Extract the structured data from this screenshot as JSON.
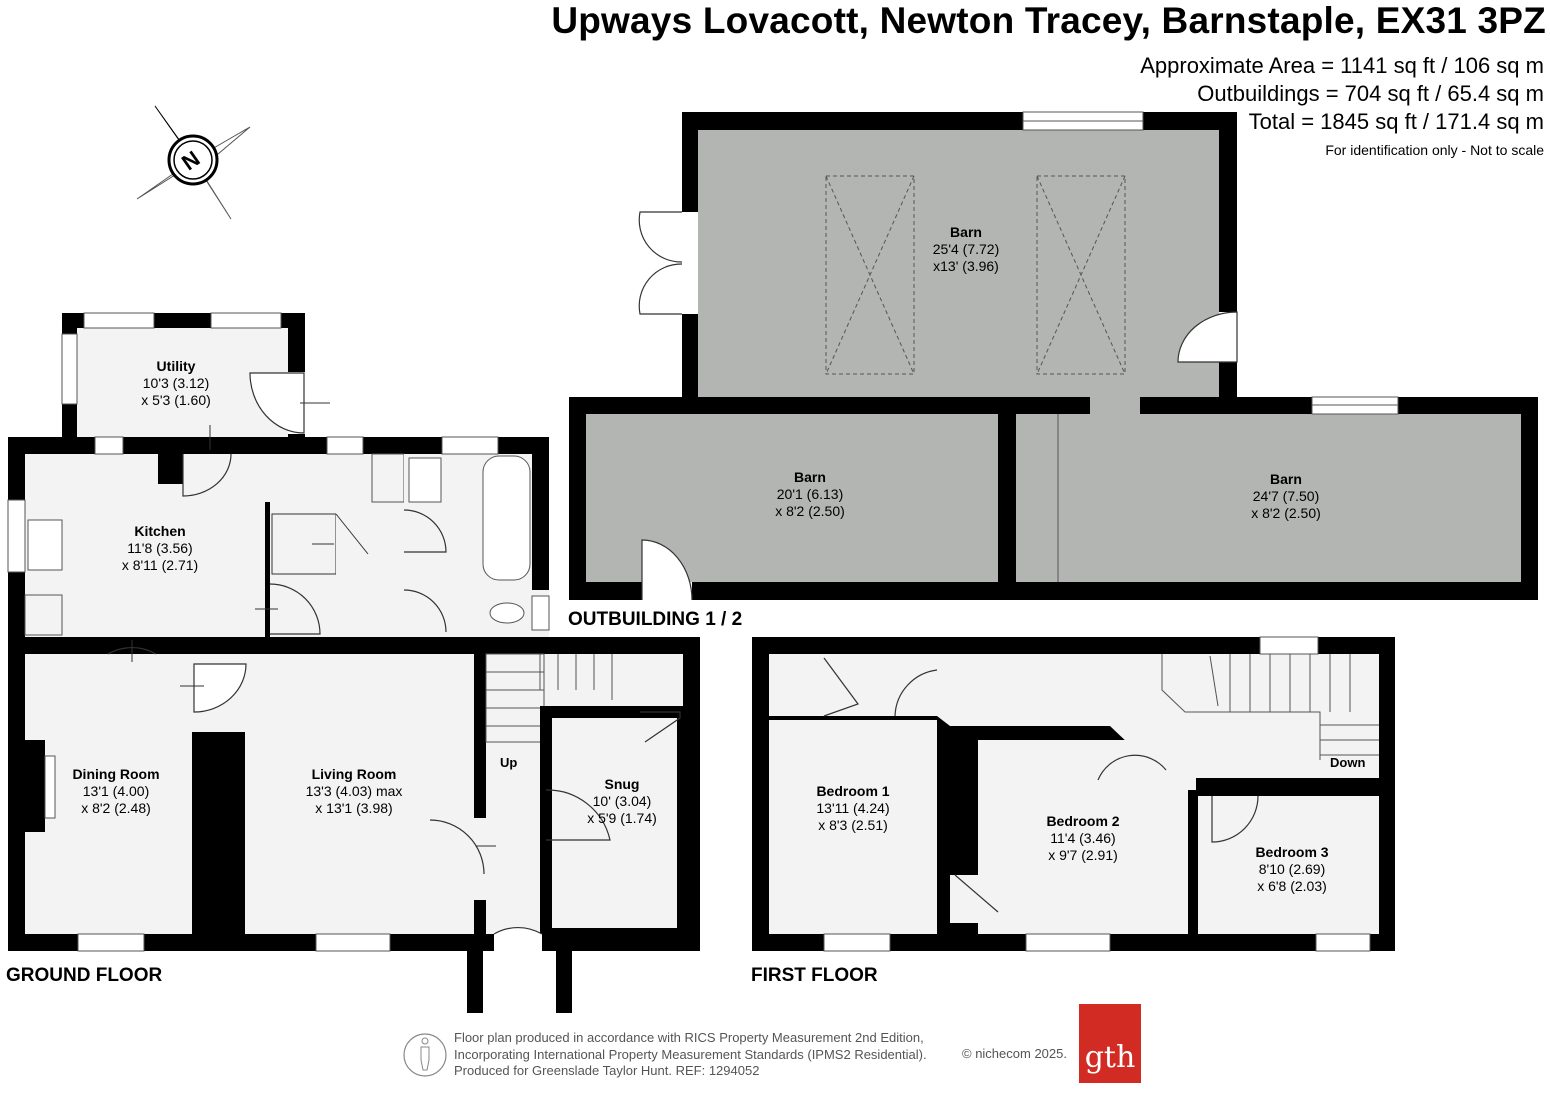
{
  "header": {
    "title": "Upways Lovacott, Newton Tracey, Barnstaple, EX31 3PZ",
    "area_approx": "Approximate Area = 1141 sq ft / 106 sq m",
    "area_outbuildings": "Outbuildings = 704 sq ft / 65.4 sq m",
    "area_total": "Total = 1845 sq ft / 171.4 sq m",
    "disclaimer": "For identification only - Not to scale"
  },
  "compass": {
    "label": "N"
  },
  "floors": {
    "ground": "GROUND FLOOR",
    "first": "FIRST FLOOR",
    "outbuilding": "OUTBUILDING 1 / 2"
  },
  "rooms": {
    "barn_top": {
      "name": "Barn",
      "dim1": "25'4 (7.72)",
      "dim2": "x13' (3.96)"
    },
    "barn_left": {
      "name": "Barn",
      "dim1": "20'1 (6.13)",
      "dim2": "x 8'2 (2.50)"
    },
    "barn_right": {
      "name": "Barn",
      "dim1": "24'7 (7.50)",
      "dim2": "x 8'2 (2.50)"
    },
    "utility": {
      "name": "Utility",
      "dim1": "10'3 (3.12)",
      "dim2": "x 5'3 (1.60)"
    },
    "kitchen": {
      "name": "Kitchen",
      "dim1": "11'8 (3.56)",
      "dim2": "x 8'11 (2.71)"
    },
    "dining": {
      "name": "Dining Room",
      "dim1": "13'1 (4.00)",
      "dim2": "x 8'2 (2.48)"
    },
    "living": {
      "name": "Living Room",
      "dim1": "13'3 (4.03) max",
      "dim2": "x 13'1 (3.98)"
    },
    "snug": {
      "name": "Snug",
      "dim1": "10' (3.04)",
      "dim2": "x 5'9 (1.74)"
    },
    "bed1": {
      "name": "Bedroom 1",
      "dim1": "13'11 (4.24)",
      "dim2": "x 8'3 (2.51)"
    },
    "bed2": {
      "name": "Bedroom 2",
      "dim1": "11'4 (3.46)",
      "dim2": "x 9'7 (2.91)"
    },
    "bed3": {
      "name": "Bedroom 3",
      "dim1": "8'10 (2.69)",
      "dim2": "x 6'8 (2.03)"
    }
  },
  "stairs": {
    "up": "Up",
    "down": "Down"
  },
  "footer": {
    "line1": "Floor plan produced in accordance with RICS Property Measurement 2nd Edition,",
    "line2": "Incorporating International Property Measurement Standards (IPMS2 Residential).",
    "line3": "Produced for Greenslade Taylor Hunt.   REF: 1294052",
    "copyright": "© nichecom 2025.",
    "logo": "gth"
  },
  "colors": {
    "wall": "#000000",
    "floor": "#f2f3f2",
    "outbuilding": "#b2b5b2",
    "logo_bg": "#d22b23"
  }
}
